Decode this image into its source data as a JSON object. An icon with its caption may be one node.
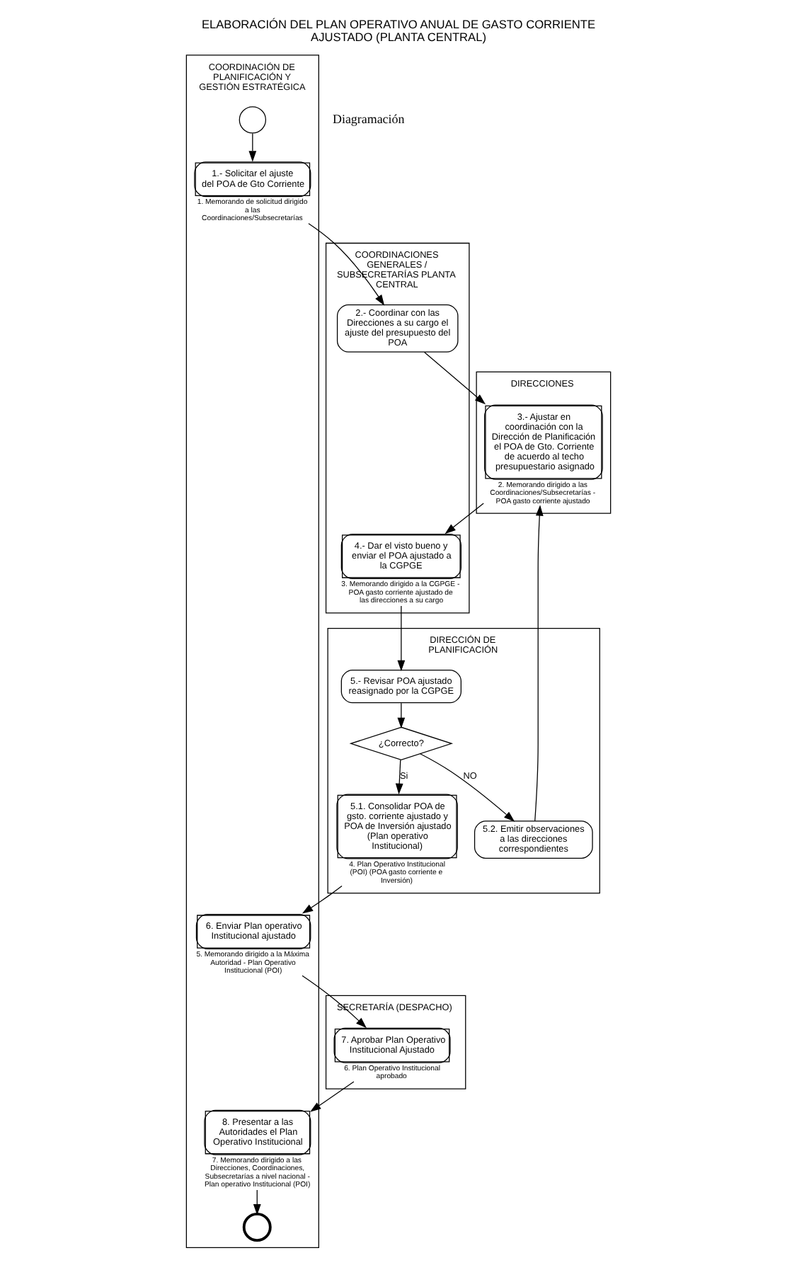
{
  "diagram": {
    "title": "ELABORACIÓN DEL PLAN OPERATIVO ANUAL DE GASTO CORRIENTE AJUSTADO (PLANTA CENTRAL)",
    "nodes": [
      {
        "text": [
          "COORDINACIÓN DE PLANIFICACIÓN Y GESTIÓN ESTRATÉGICA"
        ]
      },
      {
        "text": [
          "COORDINACIONES GENERALES / SUBSECRETARÍAS PLANTA CENTRAL"
        ]
      },
      {
        "text": [
          "DIRECCIONES"
        ]
      },
      {
        "text": [
          "DIRECCIÓN DE PLANIFICACIÓN"
        ]
      },
      {
        "text": [
          "SECRETARÍA (DESPACHO)"
        ]
      },
      {
        "text": [],
        "shape": "circle",
        "in": 0
      },
      {
        "text": [
          "1.- Solicitar el ajuste del POA de Gto Corriente"
        ],
        "in": 0,
        "beside": [
          "1. Memorando de solicitud dirigido a las Coordinaciones/Subsecretarías"
        ]
      },
      {
        "text": [
          "2.- Coordinar con las Direcciones a su cargo el ajuste del presupuesto del POA"
        ],
        "in": 1
      },
      {
        "text": [
          "3.- Ajustar en coordinación con la Dirección de Planificación el POA de Gto. Corriente de acuerdo al techo presupuestario asignado"
        ],
        "in": 2,
        "beside": [
          "2. Memorando dirigido a las Coordinaciones/Subsecretarías - POA gasto corriente ajustado"
        ]
      },
      {
        "text": [
          "4.- Dar el visto bueno y enviar el POA ajustado a la CGPGE"
        ],
        "in": 1,
        "beside": [
          "3. Memorando dirigido a la CGPGE - POA gasto corriente ajustado de las direcciones a su cargo"
        ]
      },
      {
        "text": [
          "5.- Revisar POA ajustado reasignado por la CGPGE"
        ],
        "in": 3
      },
      {
        "text": [
          "¿Correcto?"
        ],
        "in": 3
      },
      {
        "text": [
          "5.1. Consolidar POA de gsto. corriente ajustado y POA de Inversión ajustado (Plan operativo Institucional)"
        ],
        "in": 3,
        "beside": [
          "4. Plan Operativo Institucional (POI) (POA gasto corriente e Inversión)"
        ]
      },
      {
        "text": [
          "5.2. Emitir observaciones a las direcciones correspondientes"
        ],
        "in": 3
      },
      {
        "text": [
          "6. Enviar Plan operativo Institucional ajustado"
        ],
        "in": 0,
        "beside": [
          "5. Memorando dirigido a la Máxima Autoridad - Plan Operativo Institucional (POI)"
        ]
      },
      {
        "text": [
          "7. Aprobar Plan Operativo Institucional Ajustado"
        ],
        "in": 4,
        "beside": [
          "6. Plan Operativo Institucional aprobado"
        ]
      },
      {
        "text": [
          "8. Presentar a las Autoridades el Plan Operativo Institucional"
        ],
        "in": 0,
        "beside": [
          "7. Memorando dirigido a las Direcciones, Coordinaciones, Subsecretarías a nivel nacional - Plan operativo Institucional (POI)"
        ]
      },
      {
        "text": [],
        "shape": "circle",
        "in": 0
      }
    ],
    "edges": [
      {
        "from": 5,
        "to": 6,
        "arrow": "to"
      },
      {
        "from": 6,
        "to": 7,
        "arrow": "to"
      },
      {
        "from": 7,
        "to": 8,
        "arrow": "to"
      },
      {
        "from": 8,
        "to": 9,
        "arrow": "to"
      },
      {
        "from": 9,
        "to": 10,
        "arrow": "to"
      },
      {
        "from": 10,
        "to": 11,
        "arrow": "to"
      },
      {
        "from": 11,
        "to": 12,
        "arrow": "to",
        "label": "Si"
      },
      {
        "from": 11,
        "to": 13,
        "arrow": "to",
        "label": "NO"
      },
      {
        "from": 13,
        "to": 8,
        "arrow": "to"
      },
      {
        "from": 12,
        "to": 14,
        "arrow": "to"
      },
      {
        "from": 14,
        "to": 15,
        "arrow": "to"
      },
      {
        "from": 15,
        "to": 16,
        "arrow": "to"
      },
      {
        "from": 16,
        "to": 17,
        "arrow": "to"
      }
    ],
    "labels": [
      "Diagramación"
    ]
  }
}
